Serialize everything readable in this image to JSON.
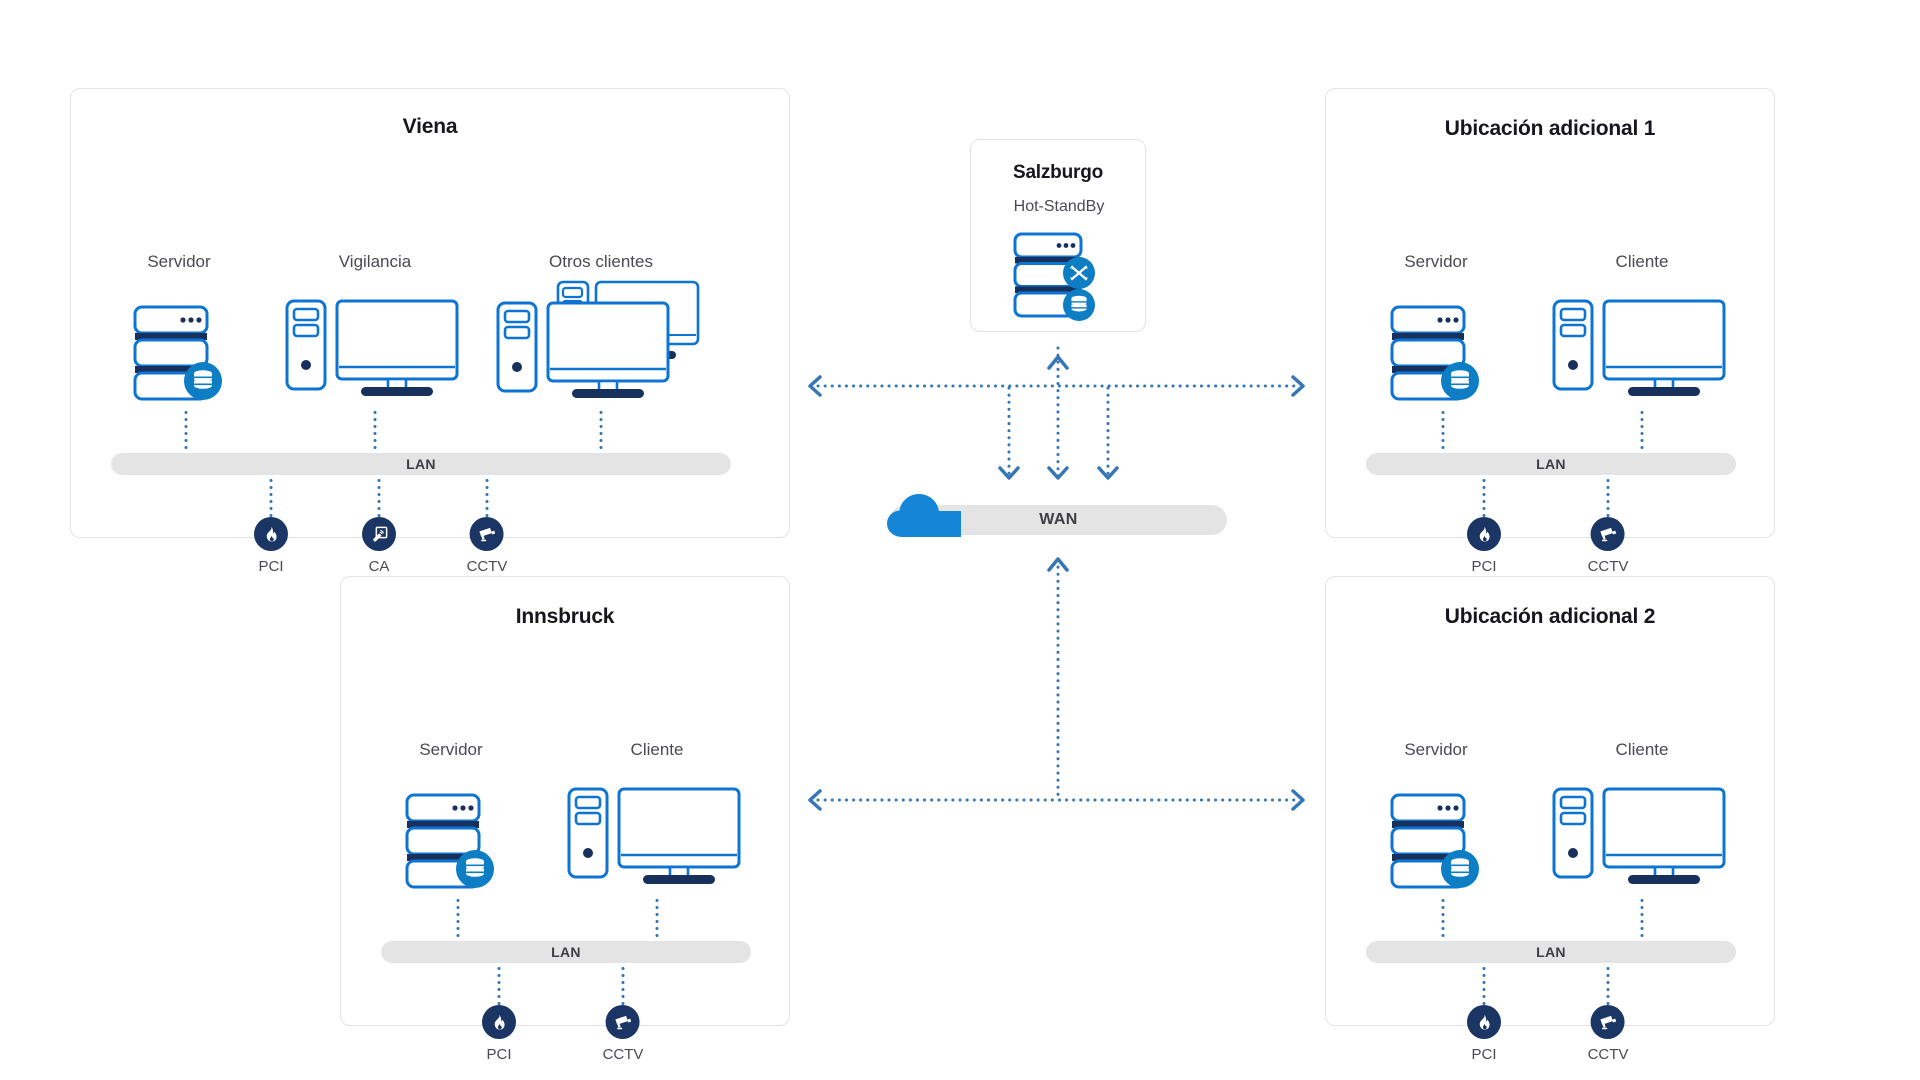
{
  "diagram": {
    "title_semantics": "network-architecture-multisite",
    "colors": {
      "outline_blue": "#0d74d4",
      "deep_navy": "#17305c",
      "badge_blue": "#0d7dc4",
      "cloud_blue": "#1585d8",
      "connector_blue": "#3577b5",
      "bar_grey": "#e4e4e4",
      "panel_border": "#e3e3e3",
      "label_grey": "#4a4a52",
      "title_dark": "#16161d"
    },
    "network_bars": {
      "lan_label": "LAN",
      "wan_label": "WAN"
    },
    "sites": [
      {
        "id": "viena",
        "title": "Viena",
        "columns": [
          {
            "label": "Servidor",
            "device": "server-db"
          },
          {
            "label": "Vigilancia",
            "device": "workstation"
          },
          {
            "label": "Otros clientes",
            "device": "workstation-multi"
          }
        ],
        "lan_label": "LAN",
        "security_icons": [
          {
            "label": "PCI",
            "icon": "fire-icon"
          },
          {
            "label": "CA",
            "icon": "access-control-icon"
          },
          {
            "label": "CCTV",
            "icon": "cctv-camera-icon"
          }
        ]
      },
      {
        "id": "ubicacion-adicional-1",
        "title": "Ubicación adicional 1",
        "columns": [
          {
            "label": "Servidor",
            "device": "server-db"
          },
          {
            "label": "Cliente",
            "device": "workstation"
          }
        ],
        "lan_label": "LAN",
        "security_icons": [
          {
            "label": "PCI",
            "icon": "fire-icon"
          },
          {
            "label": "CCTV",
            "icon": "cctv-camera-icon"
          }
        ]
      },
      {
        "id": "innsbruck",
        "title": "Innsbruck",
        "columns": [
          {
            "label": "Servidor",
            "device": "server-db"
          },
          {
            "label": "Cliente",
            "device": "workstation"
          }
        ],
        "lan_label": "LAN",
        "security_icons": [
          {
            "label": "PCI",
            "icon": "fire-icon"
          },
          {
            "label": "CCTV",
            "icon": "cctv-camera-icon"
          }
        ]
      },
      {
        "id": "ubicacion-adicional-2",
        "title": "Ubicación adicional 2",
        "columns": [
          {
            "label": "Servidor",
            "device": "server-db"
          },
          {
            "label": "Cliente",
            "device": "workstation"
          }
        ],
        "lan_label": "LAN",
        "security_icons": [
          {
            "label": "PCI",
            "icon": "fire-icon"
          },
          {
            "label": "CCTV",
            "icon": "cctv-camera-icon"
          }
        ]
      }
    ],
    "standby_site": {
      "id": "salzburgo",
      "title": "Salzburgo",
      "subtitle": "Hot-StandBy",
      "device": "server-sync-db",
      "badges": [
        "sync-arrows-icon",
        "database-icon"
      ]
    }
  }
}
